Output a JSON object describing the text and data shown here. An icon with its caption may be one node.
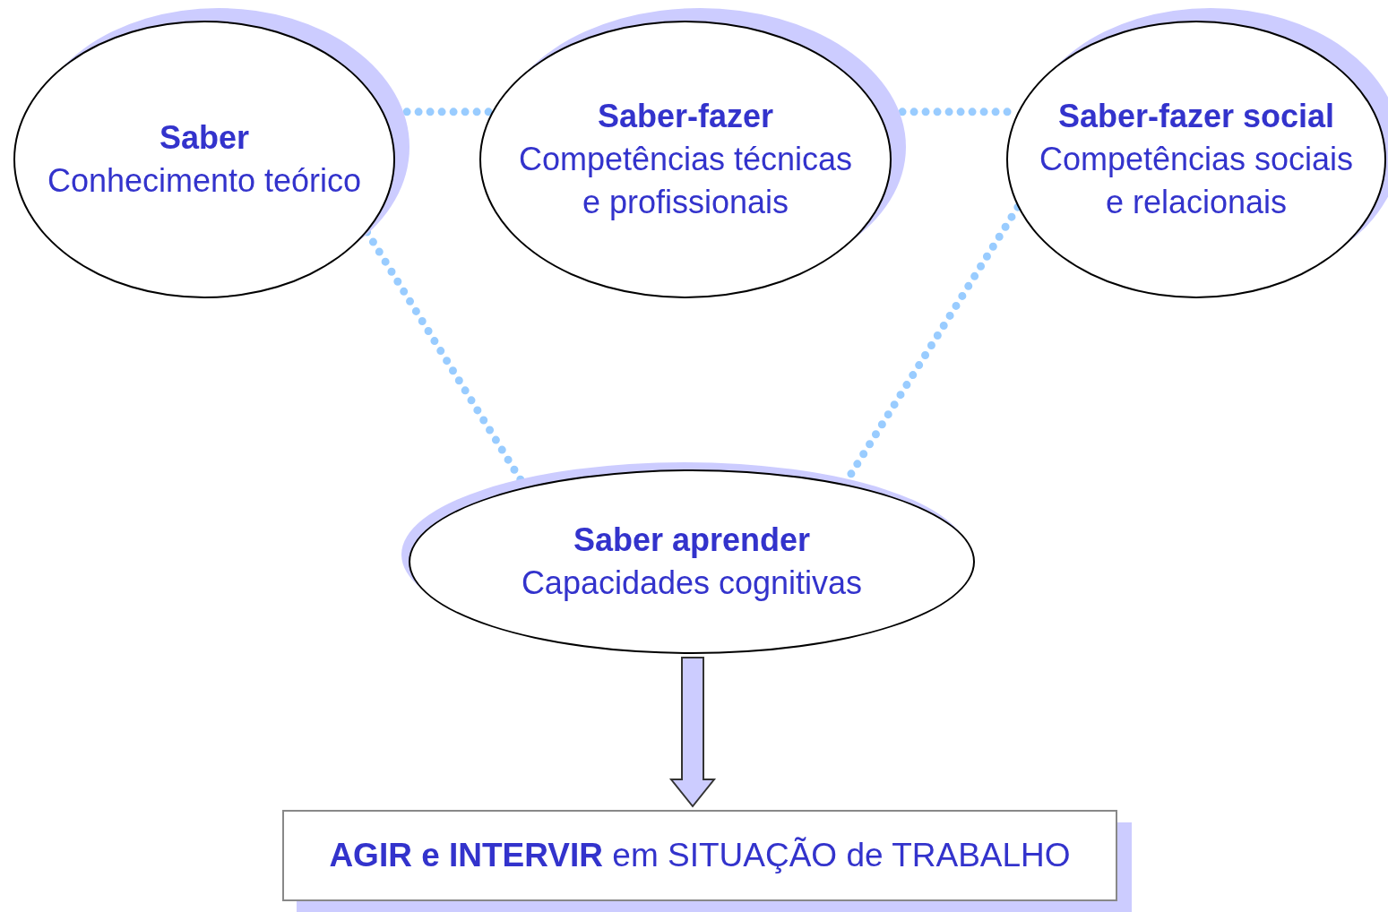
{
  "diagram": {
    "nodes": [
      {
        "text": [
          "Saber",
          "Conhecimento teórico"
        ]
      },
      {
        "text": [
          "Saber-fazer",
          "Competências técnicas e profissionais"
        ]
      },
      {
        "text": [
          "Saber-fazer social",
          "Competências sociais e relacionais"
        ]
      },
      {
        "text": [
          "Saber aprender",
          "Capacidades cognitivas"
        ]
      },
      {
        "text": [
          "**AGIR e INTERVIR** em SITUAÇÃO de TRABALHO"
        ]
      }
    ],
    "edges": [
      {
        "from": 0,
        "to": 1,
        "arrow": "none",
        "style": "dashed"
      },
      {
        "from": 1,
        "to": 2,
        "arrow": "none",
        "style": "dashed"
      },
      {
        "from": 0,
        "to": 3,
        "arrow": "none",
        "style": "dashed"
      },
      {
        "from": 2,
        "to": 3,
        "arrow": "none",
        "style": "dashed"
      },
      {
        "from": 3,
        "to": 4,
        "arrow": "to",
        "style": "thick"
      }
    ]
  }
}
